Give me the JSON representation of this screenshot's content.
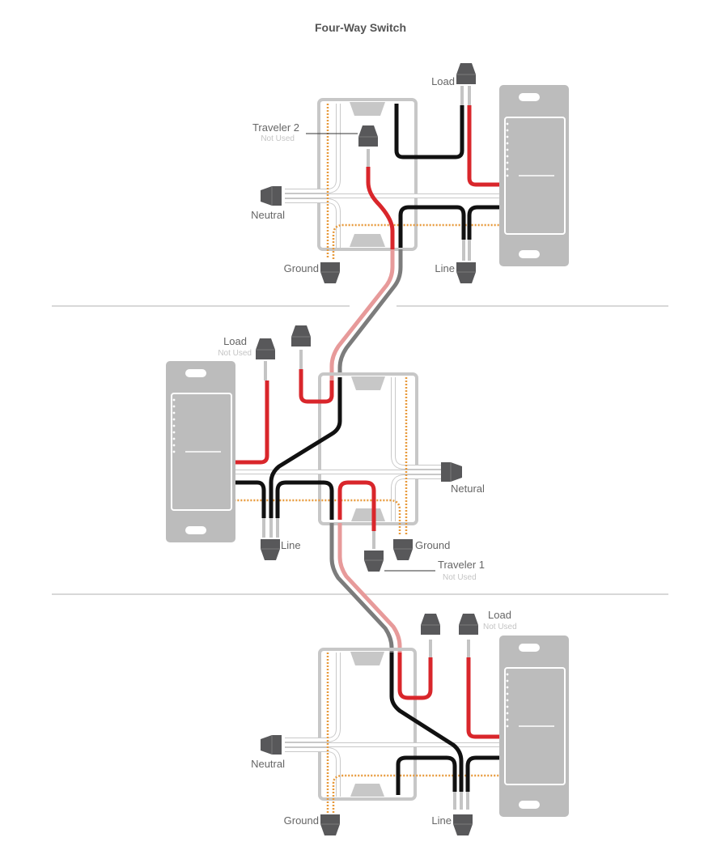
{
  "title": "Four-Way Switch",
  "colors": {
    "hot": "#d9262b",
    "line": "#111111",
    "traveler_pink": "#e79a9a",
    "traveler_gray": "#7c7c7c",
    "neutral": "#ffffff",
    "ground": "#e89a3c",
    "connector": "#58585a",
    "plate": "#bcbcbc",
    "box": "#c7c7c7",
    "divider": "#cccccc"
  },
  "panels": [
    {
      "id": "top",
      "labels": {
        "load": "Load",
        "traveler": "Traveler 2",
        "traveler_note": "Not Used",
        "neutral": "Neutral",
        "ground": "Ground",
        "line": "Line"
      }
    },
    {
      "id": "middle",
      "labels": {
        "load": "Load",
        "load_note": "Not Used",
        "neutral": "Netural",
        "line": "Line",
        "ground": "Ground",
        "traveler": "Traveler 1",
        "traveler_note": "Not Used"
      }
    },
    {
      "id": "bottom",
      "labels": {
        "load": "Load",
        "load_note": "Not Used",
        "neutral": "Neutral",
        "ground": "Ground",
        "line": "Line"
      }
    }
  ]
}
